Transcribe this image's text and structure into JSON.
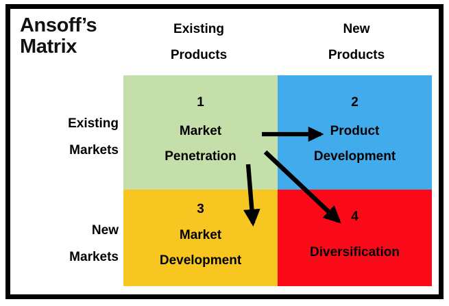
{
  "title": "Ansoff’s\nMatrix",
  "colors": {
    "quadrant_1_bg": "#c5dfab",
    "quadrant_2_bg": "#42abec",
    "quadrant_3_bg": "#f8c621",
    "quadrant_4_bg": "#fa0a18",
    "text": "#000000",
    "frame": "#000000",
    "arrow": "#000000",
    "background": "#ffffff"
  },
  "columns": [
    {
      "id": "existing-products",
      "label": "Existing\nProducts"
    },
    {
      "id": "new-products",
      "label": "New\nProducts"
    }
  ],
  "rows": [
    {
      "id": "existing-markets",
      "label": "Existing\nMarkets"
    },
    {
      "id": "new-markets",
      "label": "New\nMarkets"
    }
  ],
  "quadrants": [
    {
      "id": "market-penetration",
      "number": "1",
      "label": "Market\nPenetration",
      "column": "Existing Products",
      "row": "Existing Markets",
      "color": "#c5dfab"
    },
    {
      "id": "product-development",
      "number": "2",
      "label": "Product\nDevelopment",
      "column": "New Products",
      "row": "Existing Markets",
      "color": "#42abec"
    },
    {
      "id": "market-development",
      "number": "3",
      "label": "Market\nDevelopment",
      "column": "Existing Products",
      "row": "New Markets",
      "color": "#f8c621"
    },
    {
      "id": "diversification",
      "number": "4",
      "label": "Diversification",
      "column": "New Products",
      "row": "New Markets",
      "color": "#fa0a18"
    }
  ],
  "arrows": [
    {
      "id": "arrow-to-product-development",
      "from": "1",
      "to": "2",
      "direction": "right"
    },
    {
      "id": "arrow-to-market-development",
      "from": "1",
      "to": "3",
      "direction": "down"
    },
    {
      "id": "arrow-to-diversification",
      "from": "1",
      "to": "4",
      "direction": "diagonal-down-right"
    }
  ]
}
